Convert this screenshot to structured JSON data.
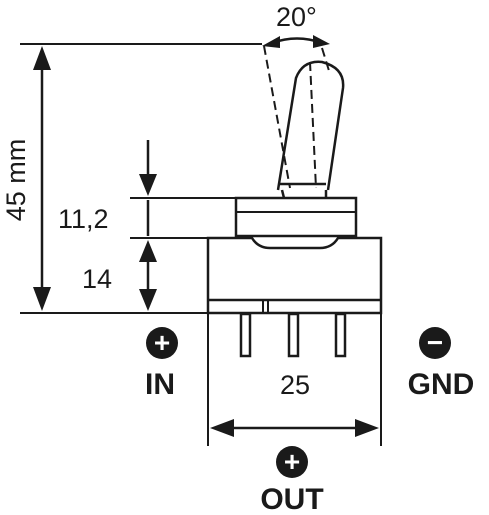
{
  "dimensions": {
    "angle": "20°",
    "height_total": "45 mm",
    "height_upper": "11,2",
    "height_lower": "14",
    "width": "25"
  },
  "terminals": {
    "in": {
      "sign": "+",
      "label": "IN"
    },
    "gnd": {
      "sign": "−",
      "label": "GND"
    },
    "out": {
      "sign": "+",
      "label": "OUT"
    }
  }
}
